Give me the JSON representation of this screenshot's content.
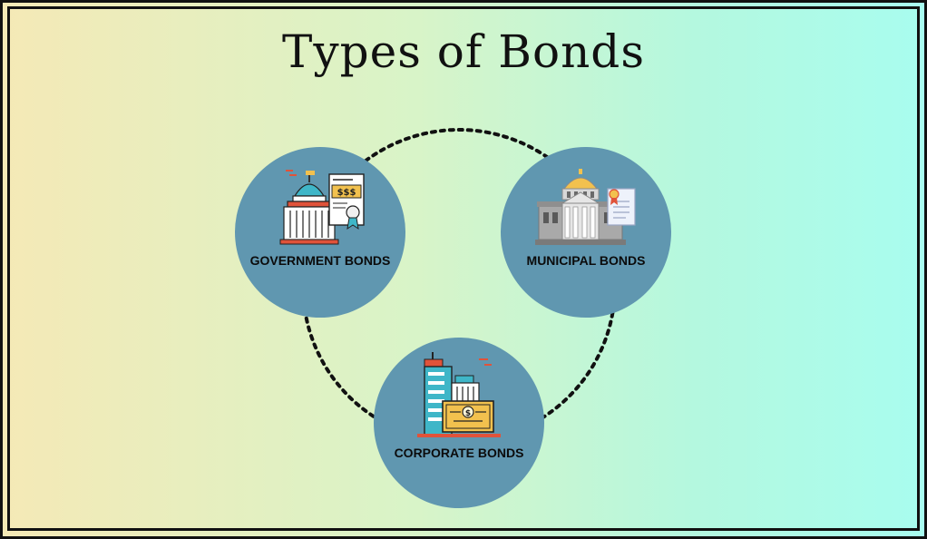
{
  "title": "Types of Bonds",
  "colors": {
    "node_fill": "#6097b0",
    "ring_stroke": "#111111",
    "accent_teal": "#3fb6c8",
    "accent_gold": "#f2c14e",
    "accent_red": "#e0533a"
  },
  "nodes": [
    {
      "label": "GOVERNMENT BONDS",
      "icon": "capitol-building-certificate-icon"
    },
    {
      "label": "MUNICIPAL BONDS",
      "icon": "courthouse-document-icon"
    },
    {
      "label": "CORPORATE BONDS",
      "icon": "office-buildings-bond-icon"
    }
  ]
}
